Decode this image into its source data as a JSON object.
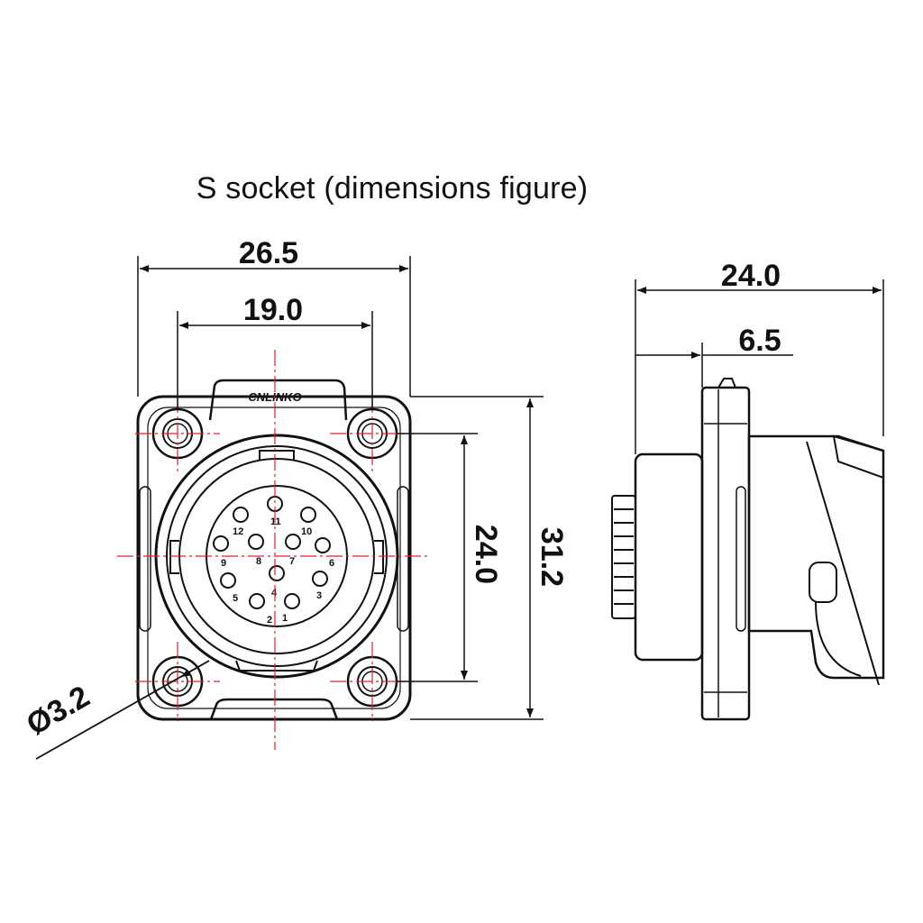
{
  "title": "S socket (dimensions figure)",
  "brand_text": "CNLINKO",
  "dimensions": {
    "overall_width": "26.5",
    "hole_spacing_x": "19.0",
    "hole_spacing_y": "24.0",
    "overall_height": "31.2",
    "hole_diameter": "Ø3.2",
    "side_depth": "24.0",
    "flange_depth": "6.5"
  },
  "pins": [
    {
      "label": "11"
    },
    {
      "label": "12"
    },
    {
      "label": "10"
    },
    {
      "label": "9"
    },
    {
      "label": "8"
    },
    {
      "label": "7"
    },
    {
      "label": "6"
    },
    {
      "label": "5"
    },
    {
      "label": "3"
    },
    {
      "label": "4"
    },
    {
      "label": "1"
    },
    {
      "label": "2"
    }
  ],
  "colors": {
    "line": "#111111",
    "centerline": "#e0202a"
  }
}
